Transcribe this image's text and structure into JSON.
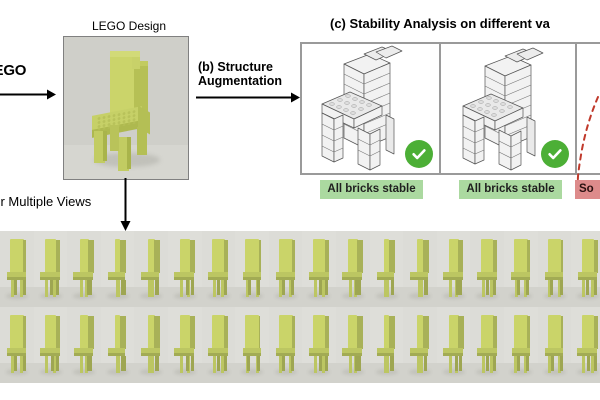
{
  "figure": {
    "type": "pipeline-diagram",
    "background": "#ffffff"
  },
  "stage_a": {
    "arrow_label": "to-LEGO",
    "arrow_label_full_visible": "to-LEGO",
    "arrow_name": "arrow-right"
  },
  "lego_design": {
    "caption": "LEGO Design",
    "photo_background": "#cfcfc9",
    "brick_color": "#c6d067",
    "border_color": "#808080"
  },
  "stage_b": {
    "label_line1": "(b) Structure",
    "label_line2": "Augmentation",
    "arrow_name": "arrow-right"
  },
  "render_branch": {
    "label": "der Multiple Views",
    "arrow_name": "arrow-down"
  },
  "stage_c": {
    "title": "(c) Stability Analysis on different va",
    "panels": [
      {
        "id": "panel-1",
        "status": "stable",
        "badge_icon": "check-circle-icon",
        "badge_color": "#4caf36",
        "tag": "All bricks stable",
        "tag_bg": "#abd9a0"
      },
      {
        "id": "panel-2",
        "status": "stable",
        "badge_icon": "check-circle-icon",
        "badge_color": "#4caf36",
        "tag": "All bricks stable",
        "tag_bg": "#abd9a0"
      },
      {
        "id": "panel-3",
        "status": "unstable",
        "badge_icon": "dashed-curve-icon",
        "badge_color": "#c0392b",
        "tag": "So",
        "tag_bg": "#dd8b8b"
      }
    ],
    "frame_color": "#9a9a9a"
  },
  "render_grid": {
    "columns": 18,
    "rows": 2,
    "cell_background": "#dcdcd7",
    "chair_color": "#c6d067",
    "views": [
      {
        "row": 1,
        "col": 1,
        "yaw": 18
      },
      {
        "row": 1,
        "col": 2,
        "yaw": 40
      },
      {
        "row": 1,
        "col": 3,
        "yaw": 62
      },
      {
        "row": 1,
        "col": 4,
        "yaw": 84
      },
      {
        "row": 1,
        "col": 5,
        "yaw": 106
      },
      {
        "row": 1,
        "col": 6,
        "yaw": 128
      },
      {
        "row": 1,
        "col": 7,
        "yaw": 150
      },
      {
        "row": 1,
        "col": 8,
        "yaw": 172
      },
      {
        "row": 1,
        "col": 9,
        "yaw": 194
      },
      {
        "row": 1,
        "col": 10,
        "yaw": 216
      },
      {
        "row": 1,
        "col": 11,
        "yaw": 238
      },
      {
        "row": 1,
        "col": 12,
        "yaw": 260
      },
      {
        "row": 1,
        "col": 13,
        "yaw": 282
      },
      {
        "row": 1,
        "col": 14,
        "yaw": 304
      },
      {
        "row": 1,
        "col": 15,
        "yaw": 326
      },
      {
        "row": 1,
        "col": 16,
        "yaw": 348
      },
      {
        "row": 1,
        "col": 17,
        "yaw": 10
      },
      {
        "row": 1,
        "col": 18,
        "yaw": 30
      },
      {
        "row": 2,
        "col": 1,
        "yaw": 200
      },
      {
        "row": 2,
        "col": 2,
        "yaw": 222
      },
      {
        "row": 2,
        "col": 3,
        "yaw": 244
      },
      {
        "row": 2,
        "col": 4,
        "yaw": 266
      },
      {
        "row": 2,
        "col": 5,
        "yaw": 288
      },
      {
        "row": 2,
        "col": 6,
        "yaw": 310
      },
      {
        "row": 2,
        "col": 7,
        "yaw": 332
      },
      {
        "row": 2,
        "col": 8,
        "yaw": 354
      },
      {
        "row": 2,
        "col": 9,
        "yaw": 16
      },
      {
        "row": 2,
        "col": 10,
        "yaw": 38
      },
      {
        "row": 2,
        "col": 11,
        "yaw": 60
      },
      {
        "row": 2,
        "col": 12,
        "yaw": 82
      },
      {
        "row": 2,
        "col": 13,
        "yaw": 104
      },
      {
        "row": 2,
        "col": 14,
        "yaw": 126
      },
      {
        "row": 2,
        "col": 15,
        "yaw": 148
      },
      {
        "row": 2,
        "col": 16,
        "yaw": 170
      },
      {
        "row": 2,
        "col": 17,
        "yaw": 192
      },
      {
        "row": 2,
        "col": 18,
        "yaw": 214
      }
    ]
  }
}
